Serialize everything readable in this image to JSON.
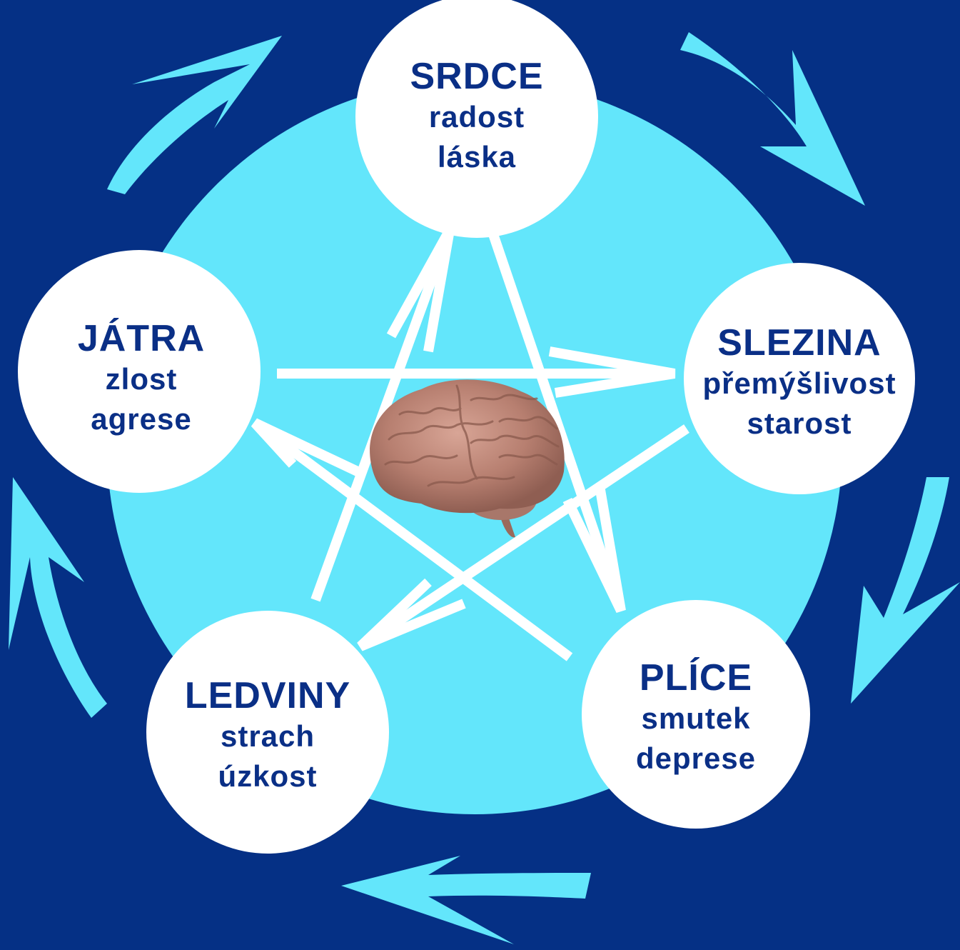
{
  "colors": {
    "background": "#053085",
    "inner_circle": "#63E6FB",
    "outer_arrows": "#63E6FB",
    "nodes": "#FFFFFF",
    "node_text": "#0A2F86",
    "star_lines": "#FFFFFF"
  },
  "nodes": {
    "srdce": {
      "title": "SRDCE",
      "line1": "radost",
      "line2": "láska"
    },
    "slezina": {
      "title": "SLEZINA",
      "line1": "přemýšlivost",
      "line2": "starost"
    },
    "plice": {
      "title": "PLÍCE",
      "line1": "smutek",
      "line2": "deprese"
    },
    "ledviny": {
      "title": "LEDVINY",
      "line1": "strach",
      "line2": "úzkost"
    },
    "jatra": {
      "title": "JÁTRA",
      "line1": "zlost",
      "line2": "agrese"
    }
  },
  "center_icon": "brain-icon"
}
